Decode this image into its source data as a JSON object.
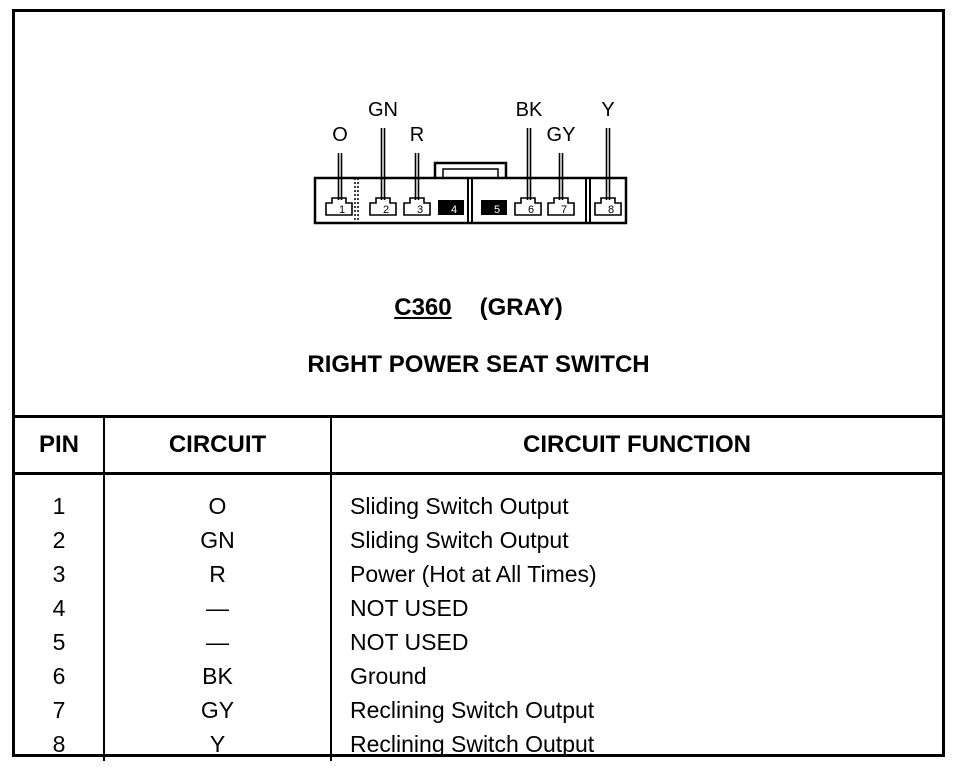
{
  "connector": {
    "id": "C360",
    "color": "(GRAY)",
    "title": "RIGHT POWER SEAT SWITCH",
    "wire_labels": [
      "O",
      "GN",
      "R",
      "BK",
      "GY",
      "Y"
    ],
    "pins": [
      {
        "num": "1",
        "used": true
      },
      {
        "num": "2",
        "used": true
      },
      {
        "num": "3",
        "used": true
      },
      {
        "num": "4",
        "used": false
      },
      {
        "num": "5",
        "used": false
      },
      {
        "num": "6",
        "used": true
      },
      {
        "num": "7",
        "used": true
      },
      {
        "num": "8",
        "used": true
      }
    ]
  },
  "table": {
    "headers": [
      "PIN",
      "CIRCUIT",
      "CIRCUIT FUNCTION"
    ],
    "rows": [
      {
        "pin": "1",
        "circuit": "O",
        "function": "Sliding Switch Output"
      },
      {
        "pin": "2",
        "circuit": "GN",
        "function": "Sliding Switch Output"
      },
      {
        "pin": "3",
        "circuit": "R",
        "function": "Power (Hot at All Times)"
      },
      {
        "pin": "4",
        "circuit": "—",
        "function": "NOT USED"
      },
      {
        "pin": "5",
        "circuit": "—",
        "function": "NOT USED"
      },
      {
        "pin": "6",
        "circuit": "BK",
        "function": "Ground"
      },
      {
        "pin": "7",
        "circuit": "GY",
        "function": "Reclining Switch Output"
      },
      {
        "pin": "8",
        "circuit": "Y",
        "function": "Reclining Switch Output"
      }
    ]
  }
}
